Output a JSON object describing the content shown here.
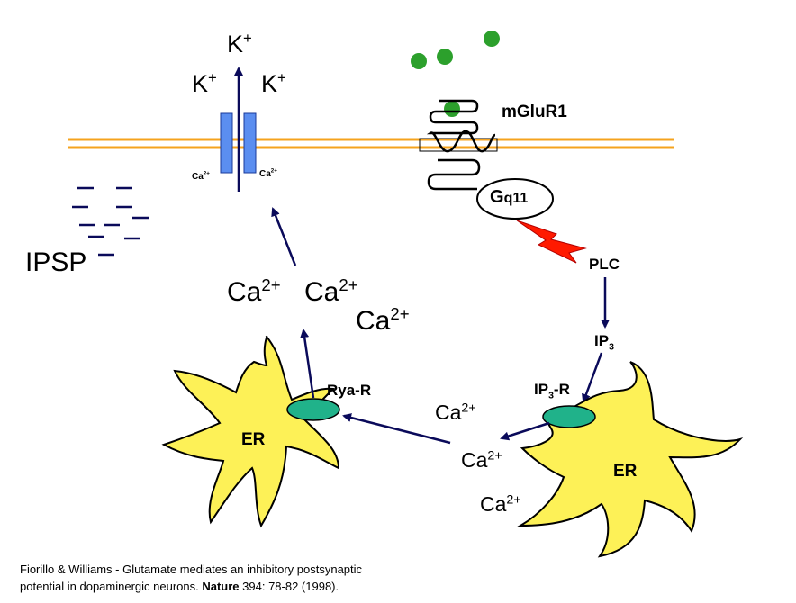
{
  "potassium": {
    "ion": "K",
    "charge": "+"
  },
  "calcium": {
    "ion": "Ca",
    "charge": "2+"
  },
  "ipsp": "IPSP",
  "receptor": "mGluR1",
  "gprotein": {
    "main": "G",
    "sub": "q11"
  },
  "plc": "PLC",
  "ip3": {
    "main": "IP",
    "sub": "3"
  },
  "ip3r": {
    "main": "IP",
    "sub": "3",
    "suffix": "-R"
  },
  "ryar": "Rya-R",
  "er": "ER",
  "citation": {
    "line1": "Fiorillo & Williams - Glutamate mediates an inhibitory postsynaptic",
    "line2_prefix": "potential in dopaminergic neurons. ",
    "journal": "Nature",
    "line2_suffix": " 394: 78-82 (1998)."
  },
  "colors": {
    "membrane": "#f5a31e",
    "channel": "#5b8ef0",
    "glutamate": "#2ca02c",
    "er_fill": "#fdf157",
    "receptor_fill": "#20b28a",
    "arrow": "#0a0a5a",
    "lightning": "#ff1a00"
  }
}
